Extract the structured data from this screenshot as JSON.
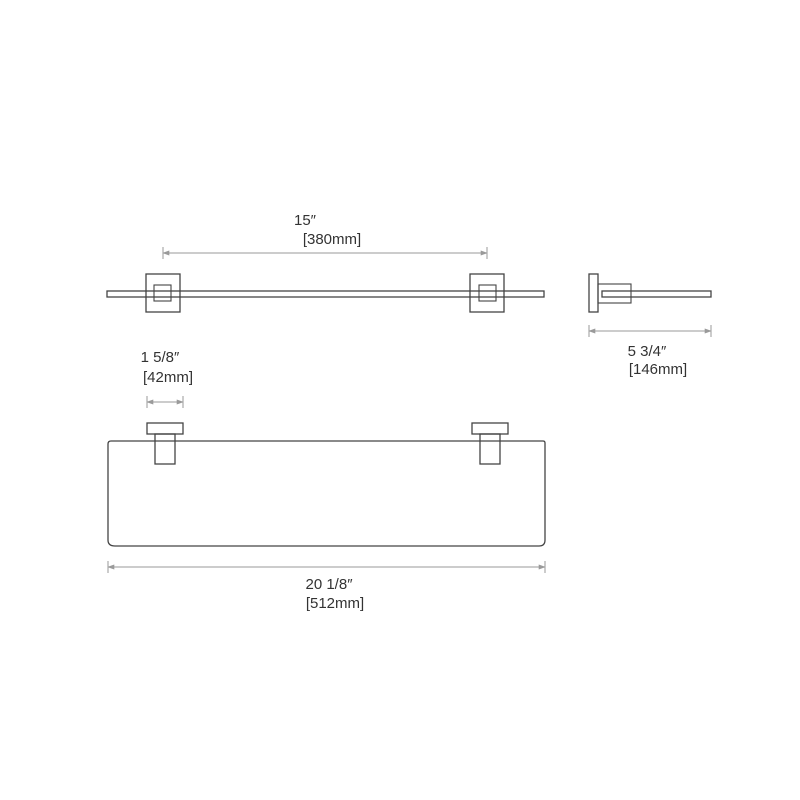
{
  "dimensions": {
    "bracket_spacing": {
      "imperial": "15″",
      "metric": "[380mm]"
    },
    "shelf_depth": {
      "imperial": "5 3/4″",
      "metric": "[146mm]"
    },
    "bracket_width": {
      "imperial": "1 5/8″",
      "metric": "[42mm]"
    },
    "shelf_length": {
      "imperial": "20 1/8″",
      "metric": "[512mm]"
    }
  },
  "colors": {
    "outline": "#444444",
    "dimension_line": "#9a9a9a",
    "text": "#333333"
  }
}
